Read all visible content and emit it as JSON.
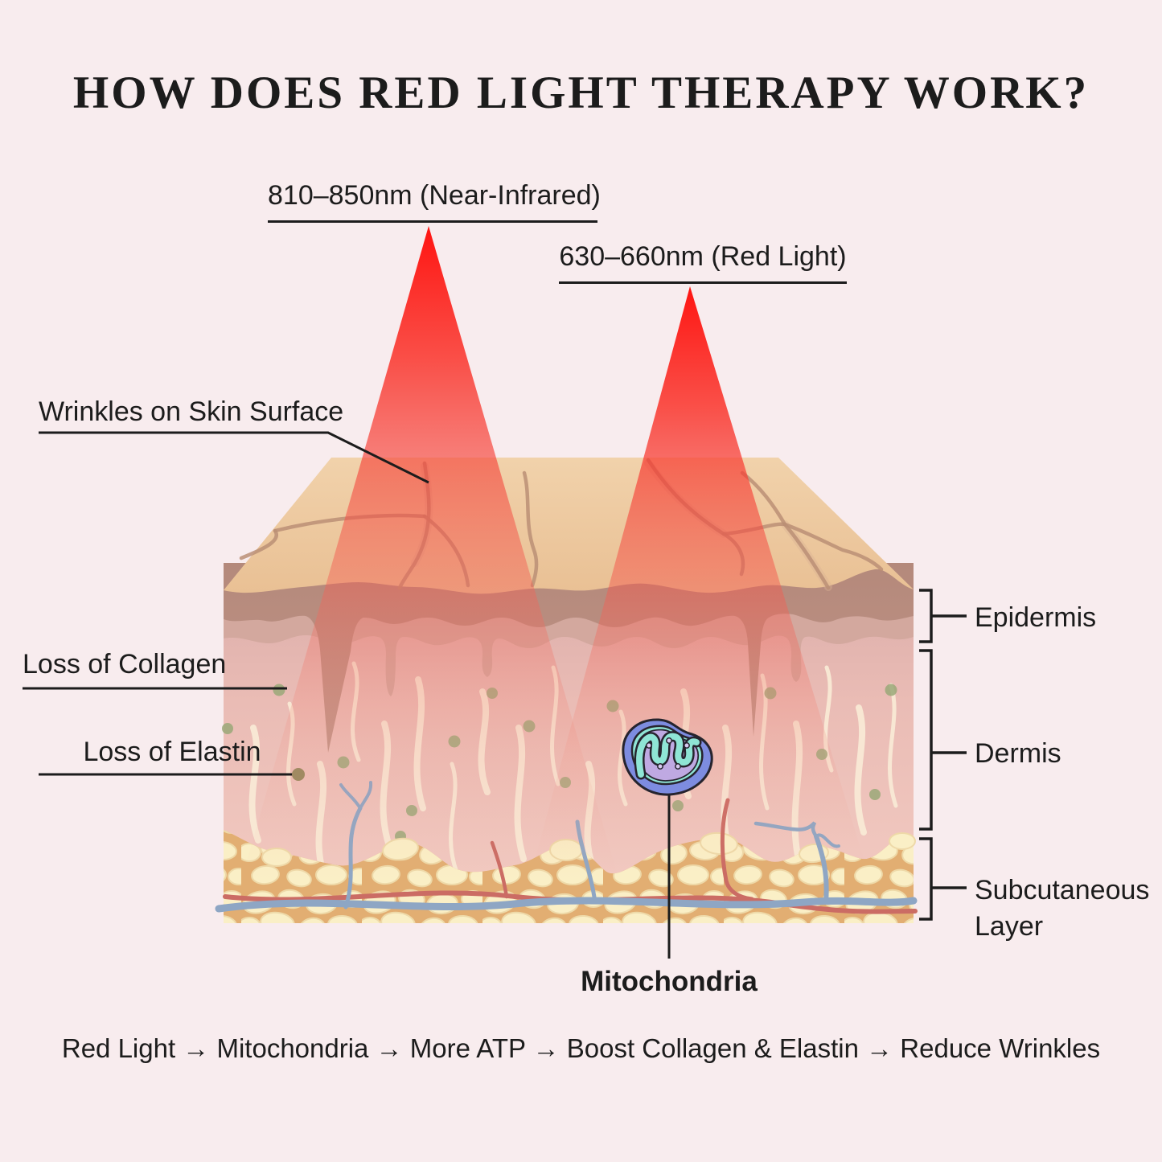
{
  "title": "HOW DOES RED LIGHT THERAPY WORK?",
  "beam_labels": {
    "near_infrared": "810–850nm (Near-Infrared)",
    "red_light": "630–660nm (Red Light)"
  },
  "callouts": {
    "wrinkles": "Wrinkles on Skin Surface",
    "loss_collagen": "Loss of Collagen",
    "loss_elastin": "Loss of Elastin",
    "mitochondria": "Mitochondria"
  },
  "skin_layers": {
    "epidermis": "Epidermis",
    "dermis": "Dermis",
    "subcutaneous": "Subcutaneous Layer"
  },
  "flow_summary": "Red Light → Mitochondria → More ATP → Boost Collagen & Elastin → Reduce Wrinkles",
  "colors": {
    "background": "#f8ecee",
    "ink": "#1c1c1c",
    "beam_red": "#fb1410",
    "skin_surface_tan": "#eecaa2",
    "wrinkle_line": "#bb8f76",
    "epidermis_dark": "#b4897b",
    "epidermis_light": "#d3a89e",
    "dermis_pink": "#eabcb5",
    "fiber_cream": "#f8ead6",
    "cell_dot_green": "#9aa878",
    "subcutaneous_tan": "#e2ae72",
    "fat_lobule_cream": "#faefc6",
    "vessel_blue": "#8ea6c4",
    "vessel_red": "#cb6c64",
    "mito_outer_blue": "#7d8ce0",
    "mito_inner_teal": "#8fe5d5",
    "mito_cristae_purple": "#bfa9e2"
  }
}
